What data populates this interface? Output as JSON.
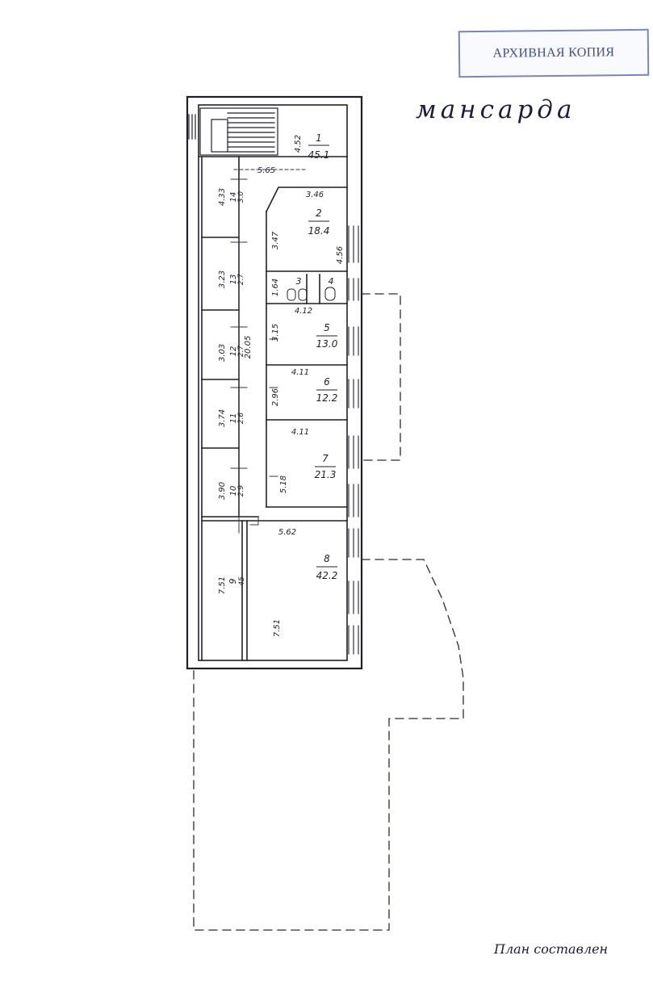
{
  "stamp": "АРХИВНАЯ КОПИЯ",
  "title": "мансарда",
  "footer": "План составлен",
  "rooms": [
    {
      "num": "1",
      "area": "45.1"
    },
    {
      "num": "2",
      "area": "18.4"
    },
    {
      "num": "3",
      "area": ""
    },
    {
      "num": "4",
      "area": ""
    },
    {
      "num": "5",
      "area": "13.0"
    },
    {
      "num": "6",
      "area": "12.2"
    },
    {
      "num": "7",
      "area": "21.3"
    },
    {
      "num": "8",
      "area": "42.2"
    },
    {
      "num": "9",
      "area": "45"
    },
    {
      "num": "10",
      "area": "2.9"
    },
    {
      "num": "11",
      "area": "2.6"
    },
    {
      "num": "12",
      "area": "2.7"
    },
    {
      "num": "13",
      "area": "2.7"
    },
    {
      "num": "14",
      "area": "3.0"
    }
  ],
  "dimensions": [
    "4.52",
    "5.65",
    "3.46",
    "3.47",
    "4.56",
    "4.33",
    "3.23",
    "1.64",
    "4.12",
    "3.15",
    "3.03",
    "20.05",
    "4.11",
    "2.96",
    "3.74",
    "4.11",
    "5.18",
    "3.90",
    "5.62",
    "7.51",
    "7.51"
  ]
}
